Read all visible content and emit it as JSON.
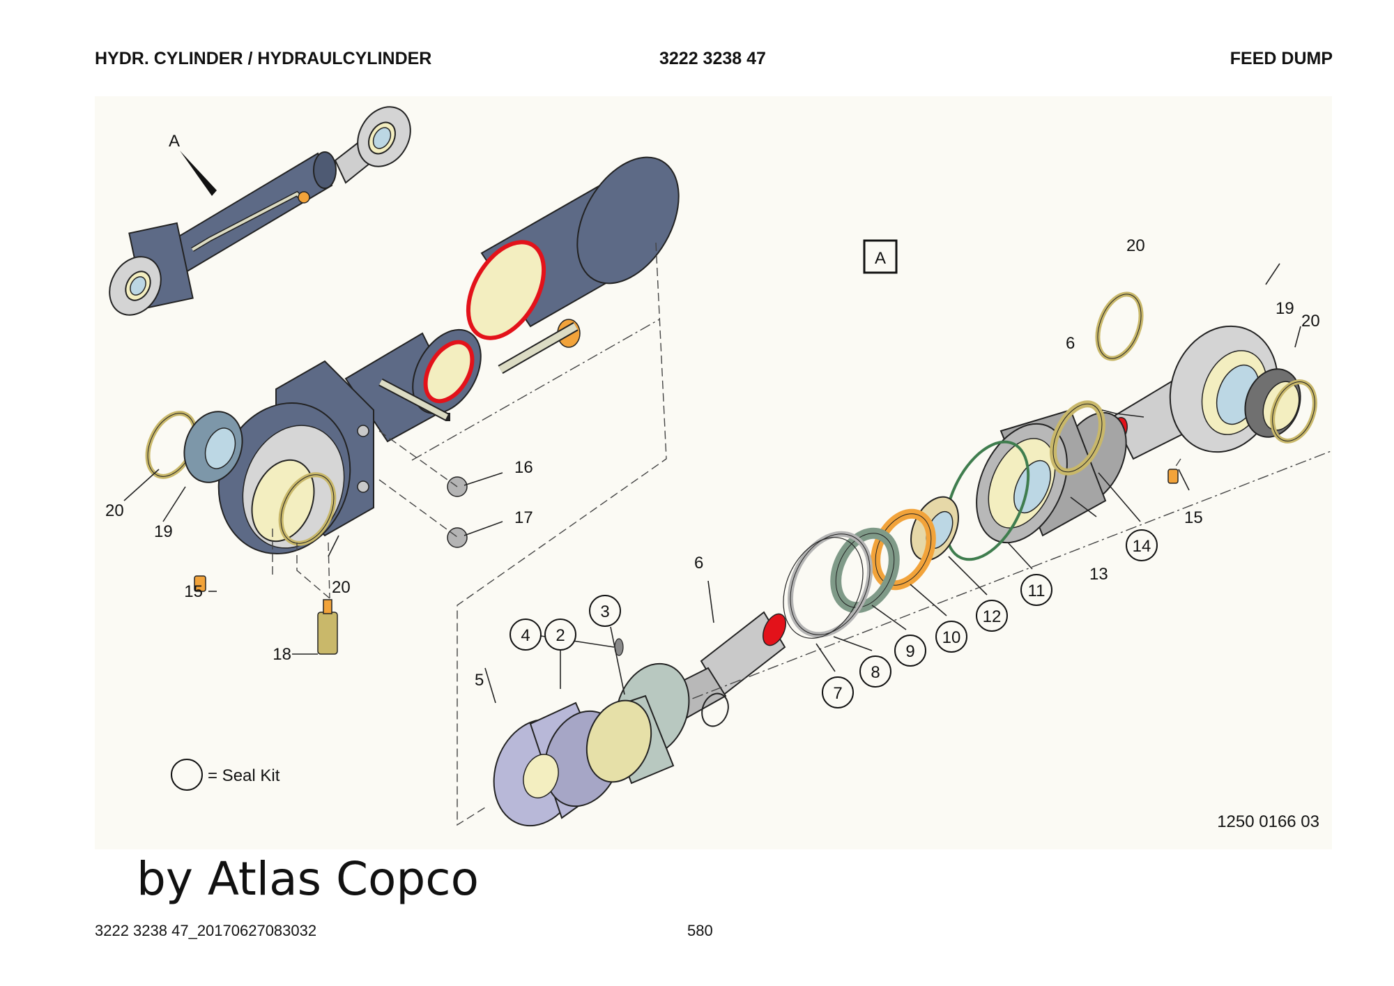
{
  "header": {
    "title": "HYDR. CYLINDER / HYDRAULCYLINDER",
    "part_number": "3222 3238 47",
    "section": "FEED DUMP"
  },
  "diagram": {
    "view_marker": "A",
    "box_marker": "A",
    "drawing_number": "1250 0166 03",
    "legend_text": "= Seal Kit",
    "labels": {
      "l1": "20",
      "l2": "19",
      "l3": "15",
      "l4": "20",
      "l5": "18",
      "l6": "16",
      "l7": "17",
      "l8": "6",
      "l9": "20",
      "l10": "19",
      "l11": "20",
      "l12": "15",
      "l13": "13",
      "l14": "6",
      "l15": "5",
      "c1": "14",
      "c2": "11",
      "c3": "12",
      "c4": "10",
      "c5": "9",
      "c6": "8",
      "c7": "7",
      "c8": "4",
      "c9": "2",
      "c10": "3"
    },
    "colors": {
      "cylinder": "#5d6a86",
      "seal_red": "#e3121a",
      "bushing_yellow": "#f3eec0",
      "ring_gold": "#c9b86a",
      "rod_grey": "#c9c9c9",
      "orange_seal": "#f2a33a",
      "green_seal": "#7f9a88"
    }
  },
  "watermark": "by Atlas Copco",
  "footer": {
    "doc_id": "3222 3238 47_20170627083032",
    "page": "580"
  }
}
